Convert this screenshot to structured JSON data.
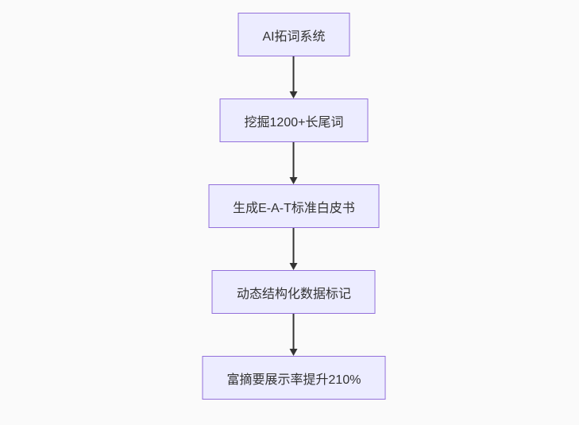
{
  "page": {
    "background_color": "#fafafa"
  },
  "chart_data": {
    "type": "flowchart",
    "direction": "top-down",
    "node_fill": "#ECECFF",
    "node_border": "#9370DB",
    "text_color": "#333333",
    "arrow_color": "#333333",
    "nodes": [
      {
        "label": "AI拓词系统"
      },
      {
        "label": "挖掘1200+长尾词"
      },
      {
        "label": "生成E-A-T标准白皮书"
      },
      {
        "label": "动态结构化数据标记"
      },
      {
        "label": "富摘要展示率提升210%"
      }
    ],
    "edges": [
      {
        "from": 0,
        "to": 1
      },
      {
        "from": 1,
        "to": 2
      },
      {
        "from": 2,
        "to": 3
      },
      {
        "from": 3,
        "to": 4
      }
    ]
  }
}
